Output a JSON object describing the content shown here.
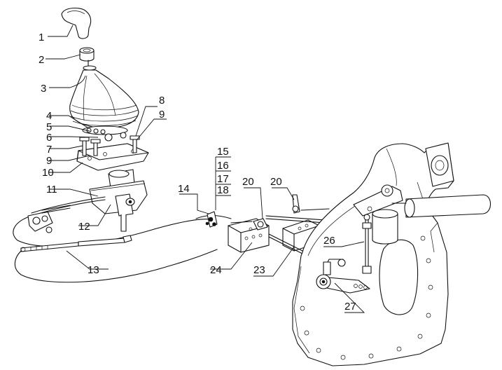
{
  "callouts": {
    "c1": "1",
    "c2": "2",
    "c3": "3",
    "c4": "4",
    "c5": "5",
    "c6": "6",
    "c7": "7",
    "c8": "8",
    "c9a": "9",
    "c9b": "9",
    "c10": "10",
    "c11": "11",
    "c12": "12",
    "c13": "13",
    "c14": "14",
    "c15": "15",
    "c16": "16",
    "c17": "17",
    "c18": "18",
    "c20a": "20",
    "c20b": "20",
    "c23": "23",
    "c24": "24",
    "c26": "26",
    "c27": "27"
  }
}
